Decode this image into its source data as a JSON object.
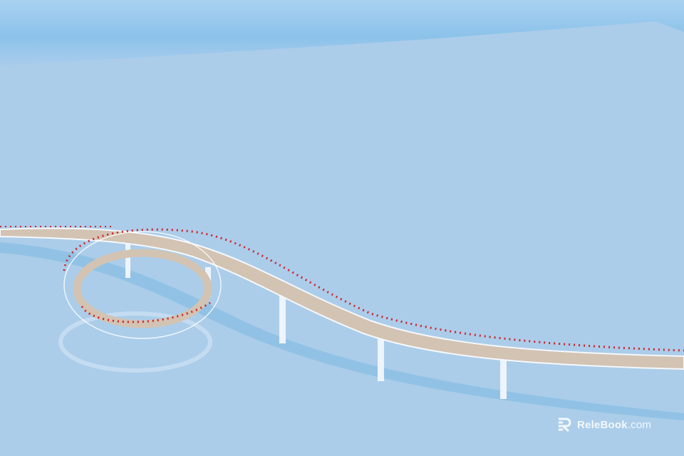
{
  "image": {
    "subject": "Curved pedestrian bridge with loop ramp, white railings with red caps, over a flat light-blue surface",
    "colors": {
      "sky_top": "#a9d1f1",
      "sky_band": "#8cc2ea",
      "ground": "#a9cbe9",
      "deck": "#c9b9a9",
      "railing": "#ffffff",
      "railing_caps": "#d0262a",
      "shadow": "#7fb6df"
    }
  },
  "watermark": {
    "logo": "R",
    "brand": "ReleBook",
    "domain": ".com"
  }
}
